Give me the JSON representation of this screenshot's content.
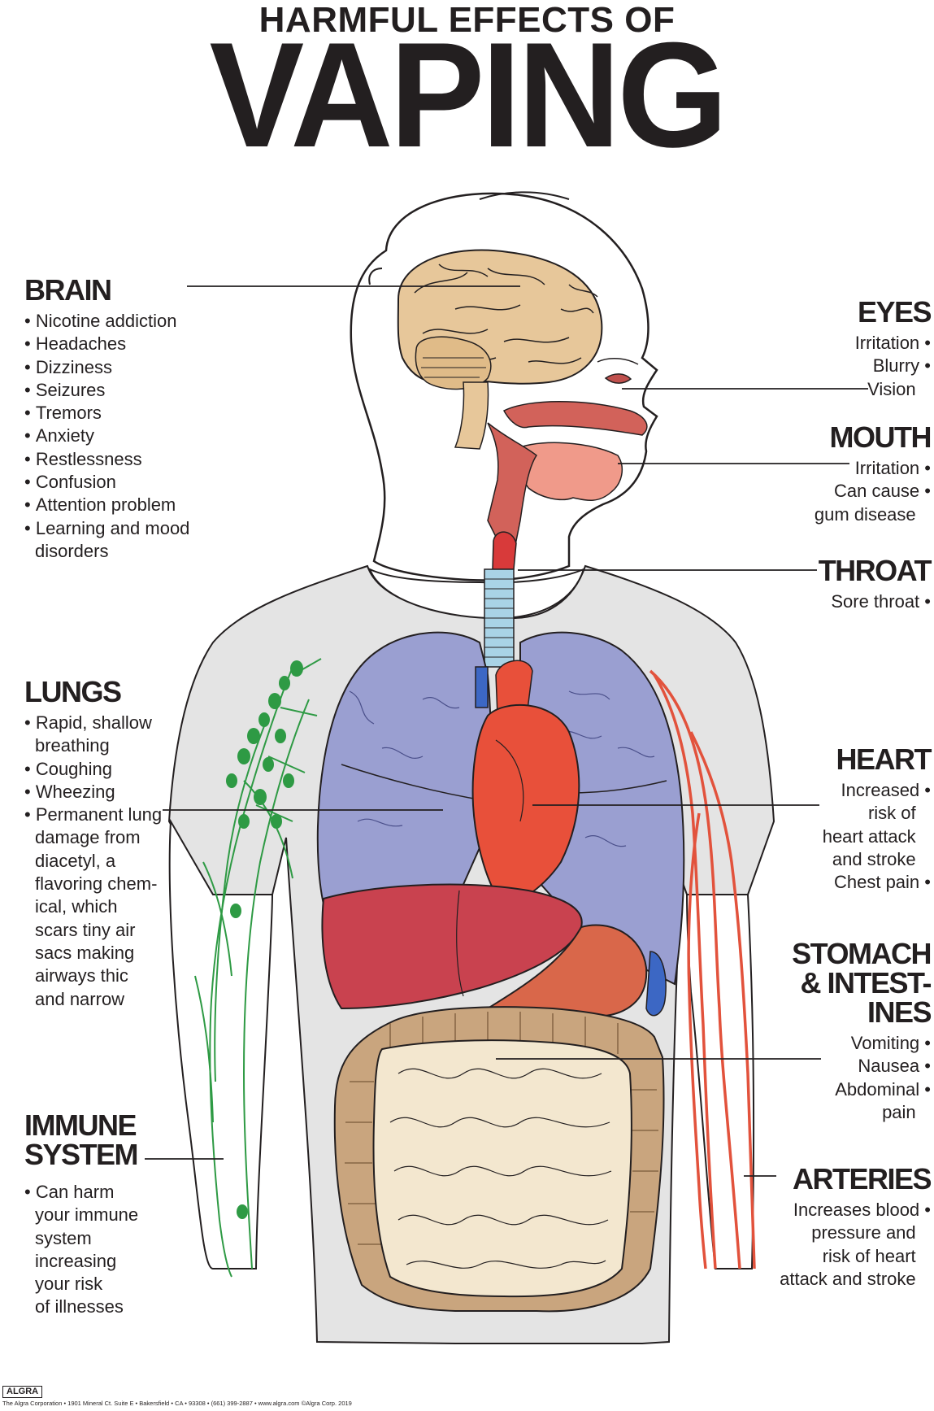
{
  "title": {
    "line1": "HARMFUL EFFECTS OF",
    "line2": "VAPING"
  },
  "sections": {
    "brain": {
      "heading": "BRAIN",
      "items": [
        "Nicotine addiction",
        "Headaches",
        "Dizziness",
        "Seizures",
        "Tremors",
        "Anxiety",
        "Restlessness",
        "Confusion",
        "Attention problem",
        "Learning and mood",
        "disorders"
      ]
    },
    "lungs": {
      "heading": "LUNGS",
      "items": [
        "Rapid, shallow",
        "breathing",
        "Coughing",
        "Wheezing",
        "Permanent lung",
        "damage from",
        "diacetyl, a",
        "flavoring chem-",
        "ical, which",
        "scars tiny air",
        "sacs making",
        "airways thic",
        "and narrow"
      ]
    },
    "immune": {
      "heading_line1": "IMMUNE",
      "heading_line2": "SYSTEM",
      "items": [
        "Can harm",
        "your immune",
        "system",
        "increasing",
        "your risk",
        "of illnesses"
      ]
    },
    "eyes": {
      "heading": "EYES",
      "items": [
        "Irritation",
        "Blurry",
        "Vision"
      ]
    },
    "mouth": {
      "heading": "MOUTH",
      "items": [
        "Irritation",
        "Can cause",
        "gum disease"
      ]
    },
    "throat": {
      "heading": "THROAT",
      "items": [
        "Sore throat"
      ]
    },
    "heart": {
      "heading": "HEART",
      "items": [
        "Increased",
        "risk of",
        "heart attack",
        "and stroke",
        "Chest pain"
      ]
    },
    "stomach": {
      "heading_line1": "STOMACH",
      "heading_line2": "& INTEST-",
      "heading_line3": "INES",
      "items": [
        "Vomiting",
        "Nausea",
        "Abdominal",
        "pain"
      ]
    },
    "arteries": {
      "heading": "ARTERIES",
      "items": [
        "Increases blood",
        "pressure and",
        "risk of heart",
        "attack and stroke"
      ]
    }
  },
  "footer": {
    "logo": "ALGRA",
    "text": "The Algra Corporation • 1901 Mineral Ct. Suite E • Bakersfield • CA • 93308 • (661) 399-2887 • www.algra.com ©Algra Corp. 2019"
  },
  "colors": {
    "lungs": "#9a9fd1",
    "heart": "#e8503a",
    "liver": "#c9424f",
    "brain": "#e7c79a",
    "intestines": "#f3e7cf",
    "lymph": "#2e9a44",
    "arteries": "#e2523c",
    "shirt": "#e4e4e4",
    "trachea": "#a9d3e6"
  }
}
